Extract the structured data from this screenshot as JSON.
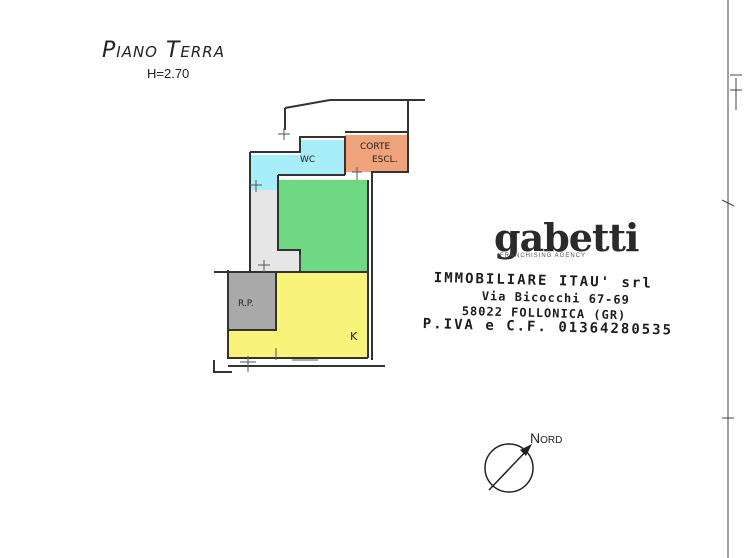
{
  "header": {
    "title": "Piano Terra",
    "height": "H=2.70"
  },
  "rooms": {
    "wc": "WC",
    "corte_line1": "CORTE",
    "corte_line2": "ESCL.",
    "rp": "R.P.",
    "kitchen": "K"
  },
  "agency": {
    "brand": "gabetti",
    "brand_sub": "FRANCHISING AGENCY",
    "company": "IMMOBILIARE ITAU' srl",
    "street": "Via Bicocchi 67-69",
    "city": "58022 FOLLONICA (GR)",
    "vat": "P.IVA e C.F. 01364280535"
  },
  "compass": {
    "label": "Nord"
  },
  "colors": {
    "wc": "#a8eef8",
    "corte": "#f0a27a",
    "living": "#6fd882",
    "kitchen": "#faf37a",
    "rp": "#a9a9a9",
    "corridor": "#e6e6e6"
  }
}
